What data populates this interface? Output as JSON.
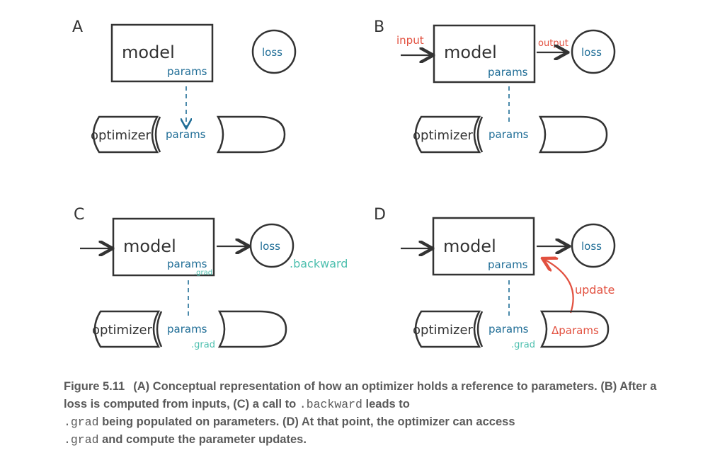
{
  "panels": {
    "A": {
      "letter": "A",
      "model": "model",
      "model_params": "params",
      "loss": "loss",
      "optimizer": "optimizer",
      "opt_params": "params"
    },
    "B": {
      "letter": "B",
      "input": "input",
      "output": "output",
      "model": "model",
      "model_params": "params",
      "loss": "loss",
      "optimizer": "optimizer",
      "opt_params": "params"
    },
    "C": {
      "letter": "C",
      "model": "model",
      "model_params": "params",
      "model_grad": ".grad",
      "loss": "loss",
      "backward": ".backward",
      "optimizer": "optimizer",
      "opt_params": "params",
      "opt_grad": ".grad"
    },
    "D": {
      "letter": "D",
      "model": "model",
      "model_params": "params",
      "loss": "loss",
      "update": "update",
      "delta_params": "Δparams",
      "optimizer": "optimizer",
      "opt_params": "params",
      "opt_grad": ".grad"
    }
  },
  "colors": {
    "ink": "#333333",
    "params_blue": "#1f6d96",
    "grad_teal": "#4dbfae",
    "update_red": "#e2503f"
  },
  "caption": {
    "number": "Figure 5.11",
    "part1": "(A) Conceptual representation of how an optimizer holds a reference to parameters. (B) After a loss is computed from inputs, (C) a call to ",
    "code1": ".backward",
    "part2": " leads to ",
    "code2": ".grad",
    "part3": " being populated on parameters. (D) At that point, the optimizer can access ",
    "code3": ".grad",
    "part4": " and compute the parameter updates."
  }
}
